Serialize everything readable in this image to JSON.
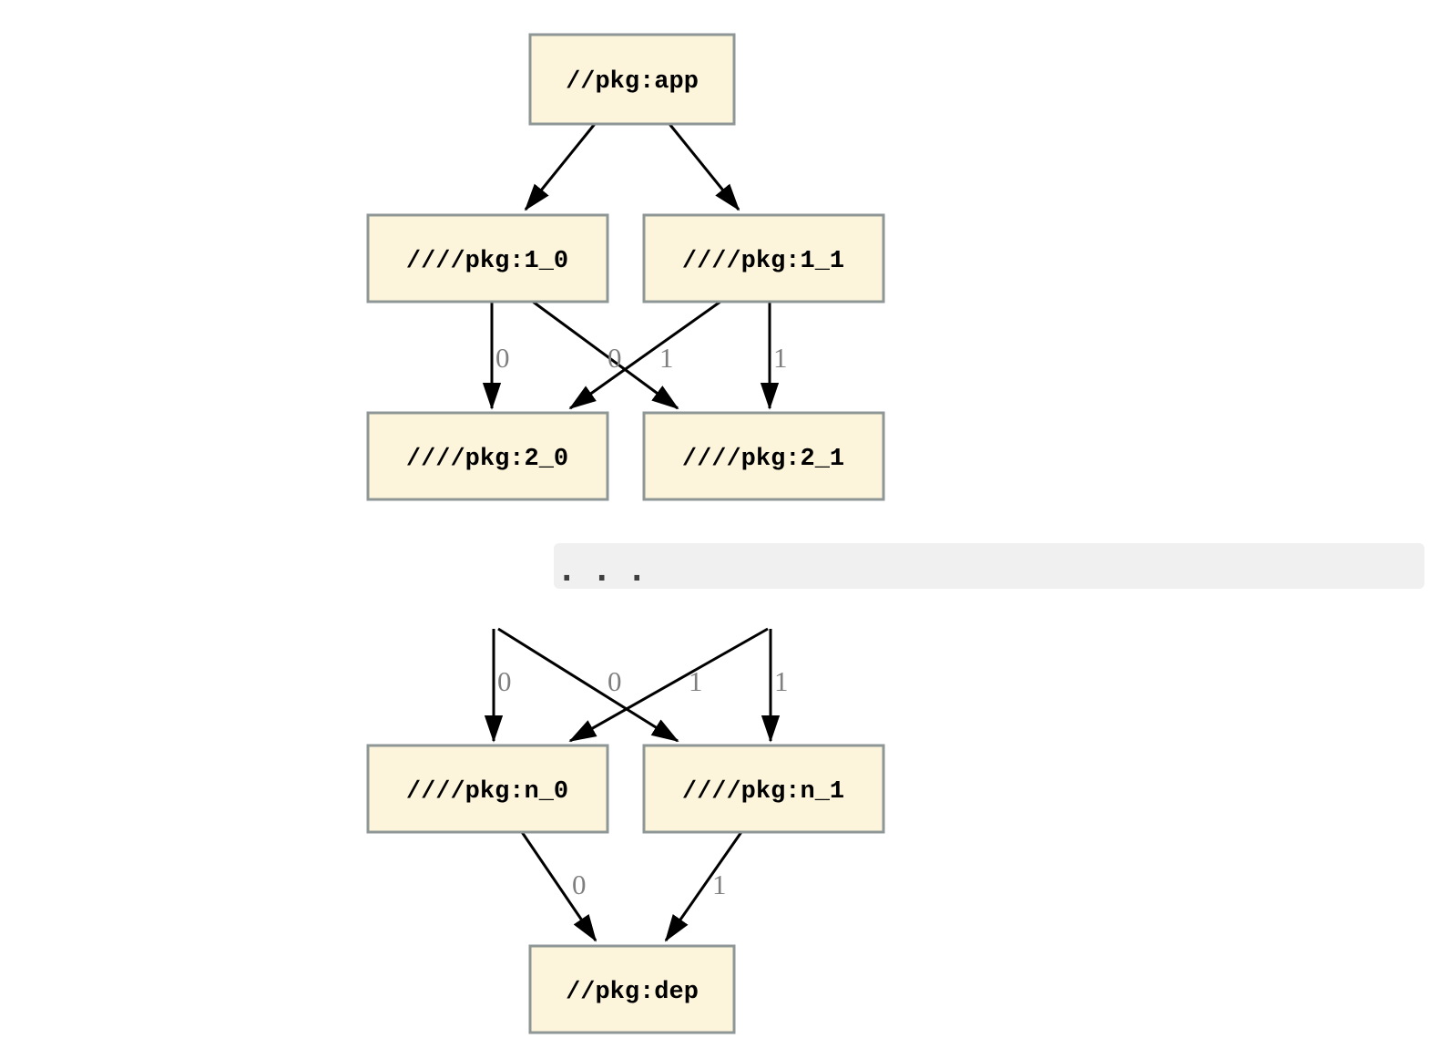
{
  "diagram": {
    "nodes": {
      "app": "//pkg:app",
      "level1_0": "////pkg:1_0",
      "level1_1": "////pkg:1_1",
      "level2_0": "////pkg:2_0",
      "level2_1": "////pkg:2_1",
      "leveln_0": "////pkg:n_0",
      "leveln_1": "////pkg:n_1",
      "dep": "//pkg:dep"
    },
    "ellipsis": "...",
    "edge_labels": {
      "l1_0-l2_0": "0",
      "l1_0-l2_1": "0",
      "l1_1-l2_0": "1",
      "l1_1-l2_1": "1",
      "prev0-ln_0": "0",
      "prev0-ln_1": "0",
      "prev1-ln_0": "1",
      "prev1-ln_1": "1",
      "ln_0-dep": "0",
      "ln_1-dep": "1"
    },
    "colors": {
      "background": "#FFFFFF",
      "node_fill": "#FCF5DC",
      "node_border": "#8F9696",
      "node_text": "#000000",
      "edge": "#000000",
      "edge_label": "#7F7F7F",
      "band_fill": "#F0F0F0",
      "ellipsis_color": "#3F3F3F"
    }
  }
}
